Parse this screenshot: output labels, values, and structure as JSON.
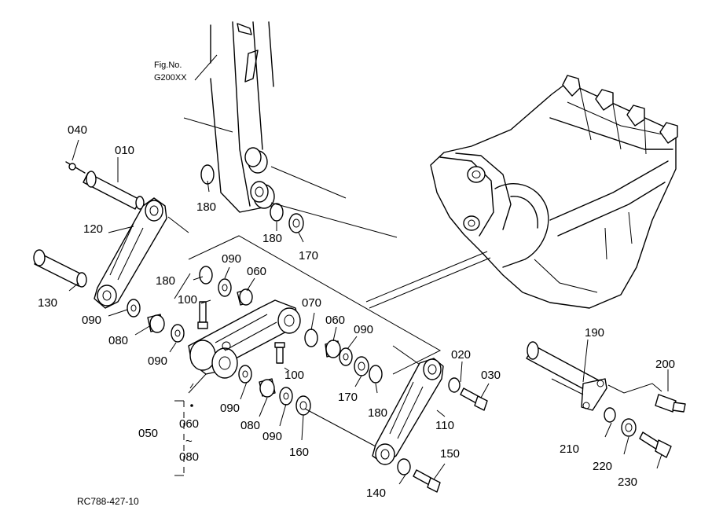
{
  "fig_ref": {
    "line1": "Fig.No.",
    "line2": "G200XX"
  },
  "doc_code": "RC788-427-10",
  "labels": {
    "p010": "010",
    "p020": "020",
    "p030": "030",
    "p040": "040",
    "p050": "050",
    "p060a": "060",
    "p060b": "060",
    "p060c": "060",
    "p070": "070",
    "p080a": "080",
    "p080b": "080",
    "p080c": "080",
    "p090a": "090",
    "p090b": "090",
    "p090c": "090",
    "p090d": "090",
    "p090e": "090",
    "p090f": "090",
    "p100a": "100",
    "p100b": "100",
    "p110": "110",
    "p120": "120",
    "p130": "130",
    "p140": "140",
    "p150": "150",
    "p160": "160",
    "p170a": "170",
    "p170b": "170",
    "p180a": "180",
    "p180b": "180",
    "p180c": "180",
    "p180d": "180",
    "p190": "190",
    "p200": "200",
    "p210": "210",
    "p220": "220",
    "p230": "230",
    "tilde": "~"
  }
}
